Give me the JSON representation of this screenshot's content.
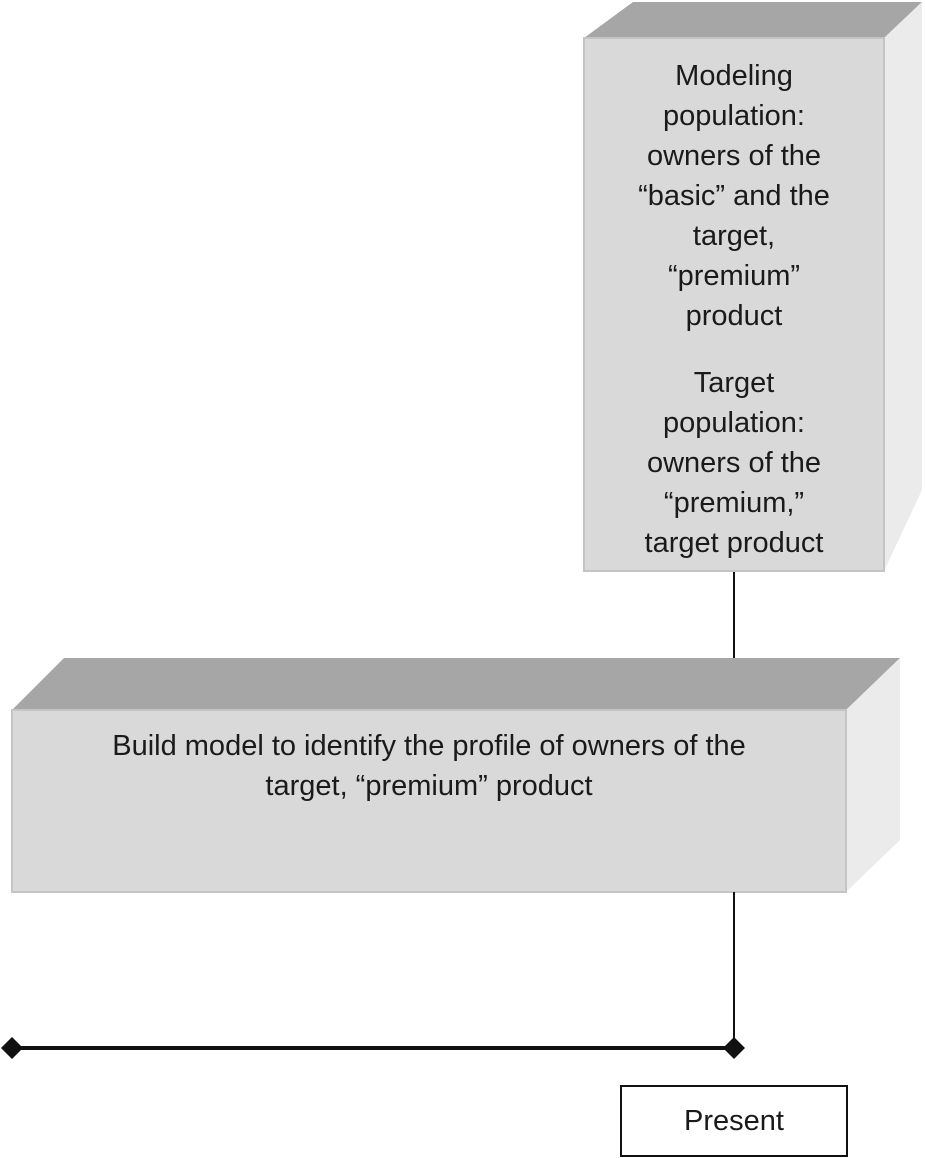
{
  "diagram": {
    "population_box": {
      "modeling_population": "Modeling\npopulation:\nowners of the\n“basic” and the\ntarget,\n“premium”\nproduct",
      "target_population": "Target\npopulation:\nowners of the\n“premium,”\ntarget product"
    },
    "model_box": {
      "text": "Build model to identify the profile of owners of the\ntarget, “premium” product"
    },
    "timeline": {
      "present_label": "Present"
    }
  },
  "colors": {
    "box_front": "#d9d9d9",
    "box_top": "#a6a6a6",
    "box_side": "#eaeaea",
    "box_border": "#c4c4c4",
    "line": "#111111"
  }
}
